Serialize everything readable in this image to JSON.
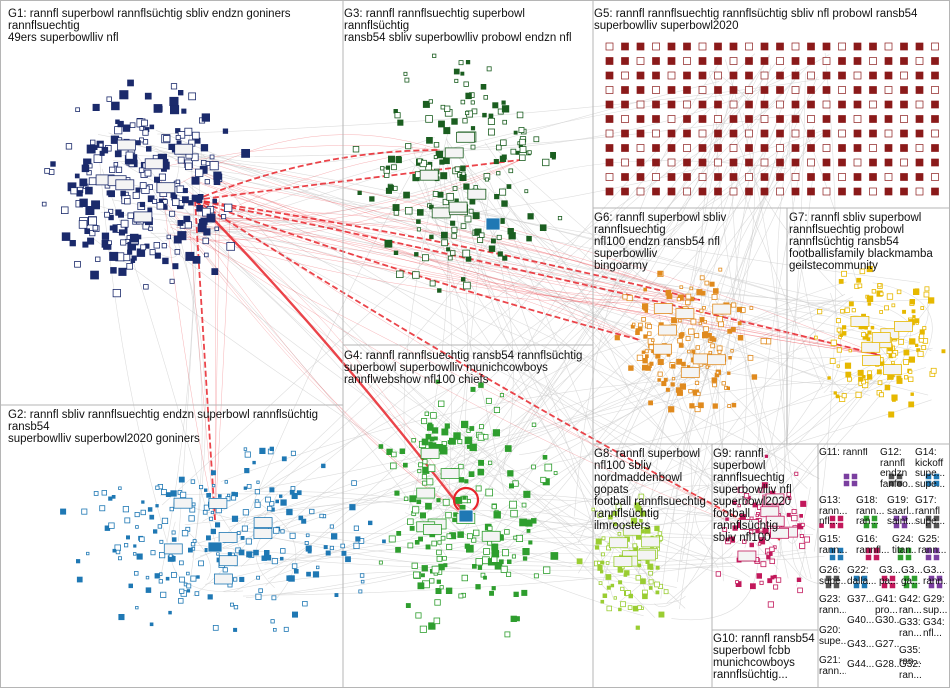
{
  "groups": [
    {
      "id": "G1",
      "label": "G1: rannfl superbowl rannflsüchtig sbliv endzn goniners rannflsuechtig\n49ers superbowlliv nfl",
      "color": "#1b2a6b"
    },
    {
      "id": "G2",
      "label": "G2: rannfl sbliv rannflsuechtig endzn superbowl rannflsüchtig ransb54\nsuperbowlliv superbowl2020 goniners",
      "color": "#1f78b4"
    },
    {
      "id": "G3",
      "label": "G3: rannfl rannflsuechtig superbowl rannflsüchtig\nransb54 sbliv superbowlliv probowl endzn nfl",
      "color": "#1b5e20"
    },
    {
      "id": "G4",
      "label": "G4: rannfl rannflsuechtig ransb54 rannflsüchtig\nsuperbowl superbowlliv munichcowboys\nrannflwebshow nfl100 chiefs",
      "color": "#2e9e2e"
    },
    {
      "id": "G5",
      "label": "G5: rannfl rannflsuechtig rannflsüchtig sbliv nfl probowl ransb54\nsuperbowlliv superbowl2020",
      "color": "#8b1a1a"
    },
    {
      "id": "G6",
      "label": "G6: rannfl superbowl sbliv rannflsuechtig\nnfl100 endzn ransb54 nfl superbowlliv\nbingoarmy",
      "color": "#e08a1e"
    },
    {
      "id": "G7",
      "label": "G7: rannfl sbliv superbowl\nrannflsuechtig probowl\nrannflsüchtig ransb54\nfootballisfamily blackmamba\ngeilstecommunity",
      "color": "#e6b800"
    },
    {
      "id": "G8",
      "label": "G8: rannfl superbowl\nnfl100 sbliv\nnordmaddenbowl gopats\nfootball rannflsuechtig\nrannflsüchtig ilmroosters",
      "color": "#9acd32"
    },
    {
      "id": "G9",
      "label": "G9: rannfl superbowl\nrannflsuechtig\nsuperbowlliv nfl\nsuperbowl2020\nfootball rannflsüchtig\nsbliv nfl100",
      "color": "#c2185b"
    },
    {
      "id": "G10",
      "label": "G10: rannfl ransb54\nsuperbowl fcbb\nmunichcowboys\nrannflsüchtig...",
      "color": "#777777"
    },
    {
      "id": "G11",
      "label": "G11: rannfl",
      "color": "#7b3fa0"
    },
    {
      "id": "G12",
      "label": "G12:\nrannfl\nendzn\nfanfoo...",
      "color": "#555555"
    },
    {
      "id": "G14",
      "label": "G14:\nkickoff\nsupe...\nsupe...",
      "color": "#555555"
    },
    {
      "id": "G13",
      "label": "G13:\nrann...\nnfl...",
      "color": "#555555"
    },
    {
      "id": "G18",
      "label": "G18:\nrann...\nran...",
      "color": "#555555"
    },
    {
      "id": "G19",
      "label": "G19:\nsaarl...\nsaint...",
      "color": "#555555"
    },
    {
      "id": "G17",
      "label": "G17:\nrannfl\nsupe...",
      "color": "#555555"
    },
    {
      "id": "G15",
      "label": "G15:\nrann...",
      "color": "#555555"
    },
    {
      "id": "G16",
      "label": "G16:\nrannfl...",
      "color": "#555555"
    },
    {
      "id": "G24",
      "label": "G24:\ntitan...",
      "color": "#555555"
    },
    {
      "id": "G25",
      "label": "G25:\nrann...",
      "color": "#555555"
    },
    {
      "id": "G26",
      "label": "G26:\nsupe...",
      "color": "#555555"
    },
    {
      "id": "G22",
      "label": "G22:\ndalla...",
      "color": "#555555"
    },
    {
      "id": "G3x",
      "label": "G3...\npa...",
      "color": "#555555"
    },
    {
      "id": "G3y",
      "label": "G3...\nga...",
      "color": "#555555"
    },
    {
      "id": "G3z",
      "label": "G3...\nrann...",
      "color": "#555555"
    },
    {
      "id": "G23",
      "label": "G23:\nrann...",
      "color": "#555555"
    },
    {
      "id": "G37",
      "label": "G37...",
      "color": "#555555"
    },
    {
      "id": "G41",
      "label": "G41:\npro...",
      "color": "#555555"
    },
    {
      "id": "G42",
      "label": "G42:\nran...",
      "color": "#555555"
    },
    {
      "id": "G29",
      "label": "G29:\nsup...",
      "color": "#555555"
    },
    {
      "id": "G20",
      "label": "G20:\nsupe...",
      "color": "#555555"
    },
    {
      "id": "G40",
      "label": "G40...",
      "color": "#555555"
    },
    {
      "id": "G30",
      "label": "G30...",
      "color": "#555555"
    },
    {
      "id": "G33",
      "label": "G33:\nran...",
      "color": "#555555"
    },
    {
      "id": "G34",
      "label": "G34:\nnfl...",
      "color": "#555555"
    },
    {
      "id": "G43",
      "label": "G43...",
      "color": "#555555"
    },
    {
      "id": "G27",
      "label": "G27...",
      "color": "#555555"
    },
    {
      "id": "G35",
      "label": "G35:\nran...",
      "color": "#555555"
    },
    {
      "id": "G21",
      "label": "G21:\nrann...",
      "color": "#555555"
    },
    {
      "id": "G44",
      "label": "G44...",
      "color": "#555555"
    },
    {
      "id": "G28",
      "label": "G28...",
      "color": "#555555"
    },
    {
      "id": "G32",
      "label": "G32:\nran...",
      "color": "#555555"
    }
  ],
  "colors": {
    "edge_gray": "#cfcfcf",
    "edge_red": "#e8232a",
    "panel_border": "#b5b5b5"
  }
}
